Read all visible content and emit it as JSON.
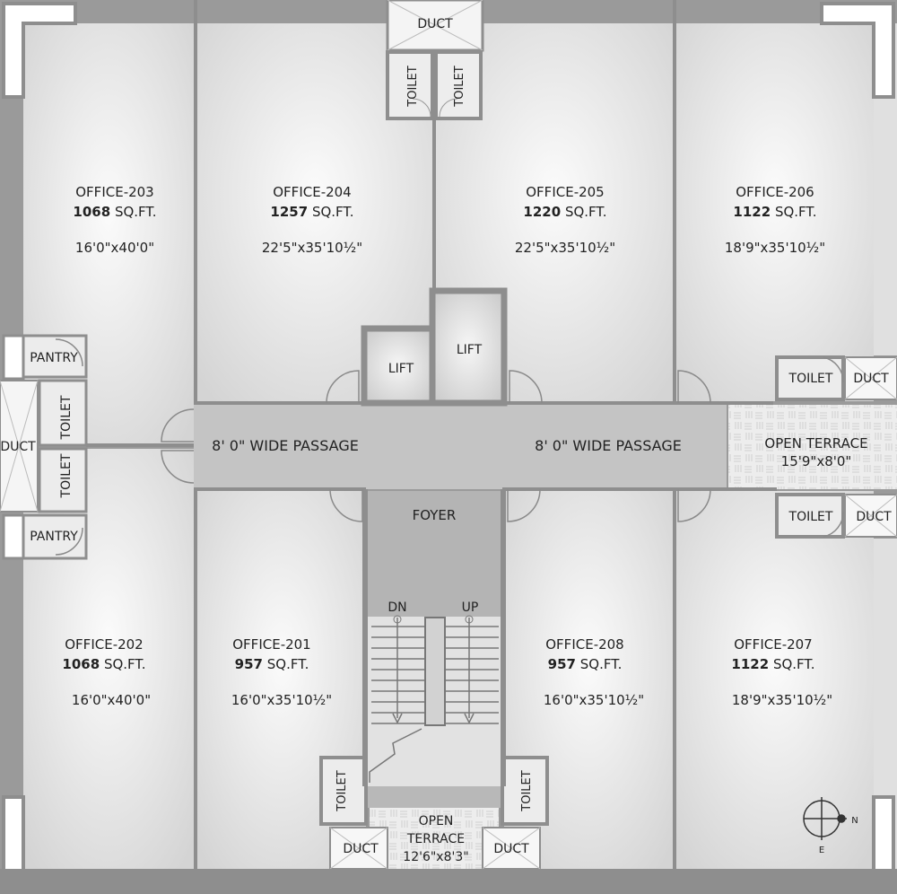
{
  "offices": [
    {
      "id": "office-203",
      "name": "OFFICE-203",
      "area": "1068",
      "unit": "SQ.FT.",
      "dims": "16'0\"x40'0\""
    },
    {
      "id": "office-204",
      "name": "OFFICE-204",
      "area": "1257",
      "unit": "SQ.FT.",
      "dims": "22'5\"x35'10½\""
    },
    {
      "id": "office-205",
      "name": "OFFICE-205",
      "area": "1220",
      "unit": "SQ.FT.",
      "dims": "22'5\"x35'10½\""
    },
    {
      "id": "office-206",
      "name": "OFFICE-206",
      "area": "1122",
      "unit": "SQ.FT.",
      "dims": "18'9\"x35'10½\""
    },
    {
      "id": "office-202",
      "name": "OFFICE-202",
      "area": "1068",
      "unit": "SQ.FT.",
      "dims": "16'0\"x40'0\""
    },
    {
      "id": "office-201",
      "name": "OFFICE-201",
      "area": "957",
      "unit": "SQ.FT.",
      "dims": "16'0\"x35'10½\""
    },
    {
      "id": "office-208",
      "name": "OFFICE-208",
      "area": "957",
      "unit": "SQ.FT.",
      "dims": "16'0\"x35'10½\""
    },
    {
      "id": "office-207",
      "name": "OFFICE-207",
      "area": "1122",
      "unit": "SQ.FT.",
      "dims": "18'9\"x35'10½\""
    }
  ],
  "labels": {
    "duct": "DUCT",
    "toilet": "TOILET",
    "pantry": "PANTRY",
    "lift": "LIFT",
    "passage": "8' 0\" WIDE PASSAGE",
    "foyer": "FOYER",
    "dn": "DN",
    "up": "UP",
    "open_terrace_right": "OPEN TERRACE",
    "open_terrace_right_dims": "15'9\"x8'0\"",
    "open_terrace_bottom_line1": "OPEN",
    "open_terrace_bottom_line2": "TERRACE",
    "open_terrace_bottom_dims": "12'6\"x8'3\"",
    "compass_n": "N",
    "compass_e": "E"
  },
  "colors": {
    "wall": "#8e8e8e",
    "passage": "#c4c4c4",
    "office": "#e6e6e6",
    "foyer": "#b4b4b4",
    "lift": "#dcdcdc",
    "terrace": "#e4e4e4"
  }
}
